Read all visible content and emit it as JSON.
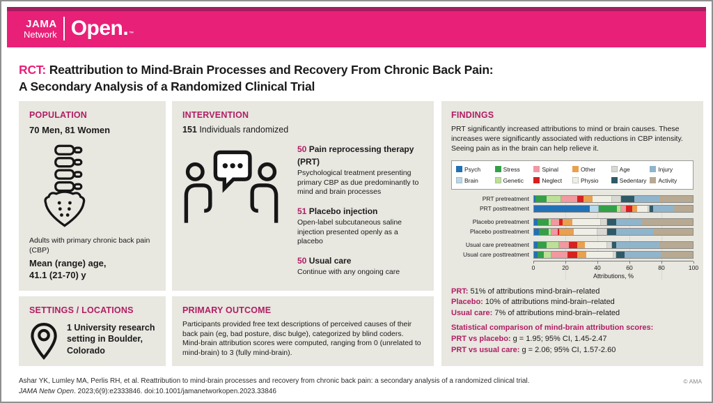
{
  "colors": {
    "brand_pink": "#E82078",
    "brand_pink_dark": "#A41C61",
    "accent": "#B01E63",
    "panel_bg": "#E8E7E0"
  },
  "header": {
    "logo_jama": "JAMA",
    "logo_network": "Network",
    "logo_open": "Open",
    "logo_period": ".",
    "logo_tm": "™"
  },
  "title": {
    "tag": "RCT:",
    "line1": "Reattribution to Mind-Brain Processes and Recovery From Chronic Back Pain:",
    "line2": "A Secondary Analysis of a Randomized Clinical Trial"
  },
  "population": {
    "heading": "POPULATION",
    "stat": "70 Men, 81 Women",
    "desc": "Adults with primary chronic back pain (CBP)",
    "age_label": "Mean (range) age,",
    "age_value": "41.1 (21-70) y"
  },
  "intervention": {
    "heading": "INTERVENTION",
    "n": "151",
    "n_rest": " Individuals randomized",
    "arms": [
      {
        "n": "50",
        "name": " Pain reprocessing therapy (PRT)",
        "desc": "Psychological treatment presenting primary CBP as due predominantly to mind and brain processes"
      },
      {
        "n": "51",
        "name": " Placebo injection",
        "desc": "Open-label subcutaneous saline injection presented openly as a placebo"
      },
      {
        "n": "50",
        "name": " Usual care",
        "desc": "Continue with any ongoing care"
      }
    ]
  },
  "settings": {
    "heading": "SETTINGS / LOCATIONS",
    "text": "1 University research setting in Boulder, Colorado"
  },
  "primary_outcome": {
    "heading": "PRIMARY OUTCOME",
    "text": "Participants provided free text descriptions of perceived causes of their back pain (eg, bad posture, disc bulge), categorized by blind coders. Mind-brain attribution scores were computed, ranging from 0 (unrelated to mind-brain) to 3 (fully mind-brain)."
  },
  "findings": {
    "heading": "FINDINGS",
    "summary": "PRT significantly increased attributions to mind or brain causes. These increases were significantly associated with reductions in CBP intensity. Seeing pain as in the brain can help relieve it.",
    "result_lines": [
      {
        "label": "PRT:",
        "text": " 51% of attributions mind-brain–related"
      },
      {
        "label": "Placebo:",
        "text": " 10% of attributions mind-brain–related"
      },
      {
        "label": "Usual care:",
        "text": " 7% of attributions mind-brain–related"
      }
    ],
    "stats_heading": "Statistical comparison of mind-brain attribution scores:",
    "stat_lines": [
      {
        "label": "PRT vs placebo:",
        "text": " g = 1.95; 95% CI, 1.45-2.47"
      },
      {
        "label": "PRT vs usual care:",
        "text": " g = 2.06; 95% CI, 1.57-2.60"
      }
    ]
  },
  "chart_data": {
    "type": "bar",
    "subtype": "horizontal-stacked",
    "xlabel": "Attributions, %",
    "xlim": [
      0,
      100
    ],
    "ticks": [
      0,
      20,
      40,
      60,
      80,
      100
    ],
    "grid": true,
    "legend_position": "top",
    "legend_order": [
      "Psych",
      "Stress",
      "Spinal",
      "Other",
      "Age",
      "Injury",
      "Brain",
      "Genetic",
      "Neglect",
      "Physio",
      "Sedentary",
      "Activity"
    ],
    "categories": [
      "Psych",
      "Brain",
      "Stress",
      "Genetic",
      "Spinal",
      "Neglect",
      "Other",
      "Physio",
      "Age",
      "Sedentary",
      "Injury",
      "Activity"
    ],
    "colors": {
      "Psych": "#2171B5",
      "Brain": "#B7D8EA",
      "Stress": "#33A047",
      "Genetic": "#BCE096",
      "Spinal": "#F198A0",
      "Neglect": "#D7201F",
      "Other": "#E9A04F",
      "Physio": "#F0EFE6",
      "Age": "#D9D9D4",
      "Sedentary": "#2E5A68",
      "Injury": "#8FB5CC",
      "Activity": "#B7A992"
    },
    "rows": [
      {
        "label": "PRT pretreatment",
        "values": [
          1,
          0,
          7,
          9,
          10,
          4,
          6,
          12,
          6,
          8,
          16,
          21
        ]
      },
      {
        "label": "PRT posttreatment",
        "values": [
          35,
          6,
          11,
          3,
          3,
          4,
          3,
          7,
          1,
          2,
          13,
          12
        ]
      },
      {
        "label": "Placebo pretreatment",
        "values": [
          2,
          0,
          7,
          2,
          5,
          2,
          6,
          18,
          4,
          6,
          16,
          32
        ]
      },
      {
        "label": "Placebo posttreatment",
        "values": [
          3,
          0,
          6,
          2,
          4,
          1,
          9,
          15,
          6,
          6,
          23,
          25
        ]
      },
      {
        "label": "Usual care pretreatment",
        "values": [
          2,
          0,
          6,
          8,
          6,
          5,
          5,
          14,
          3,
          3,
          27,
          21
        ]
      },
      {
        "label": "Usual care posttreatment",
        "values": [
          2,
          0,
          4,
          5,
          10,
          6,
          6,
          17,
          2,
          5,
          23,
          20
        ]
      }
    ]
  },
  "footer": {
    "line1": "Ashar YK, Lumley MA, Perlis RH, et al. Reattribution to mind-brain processes and recovery from chronic back pain: a secondary analysis of a randomized clinical trial.",
    "line2_journal": "JAMA Netw Open",
    "line2_rest": ". 2023;6(9):e2333846. doi:10.1001/jamanetworkopen.2023.33846",
    "copyright": "© AMA"
  }
}
